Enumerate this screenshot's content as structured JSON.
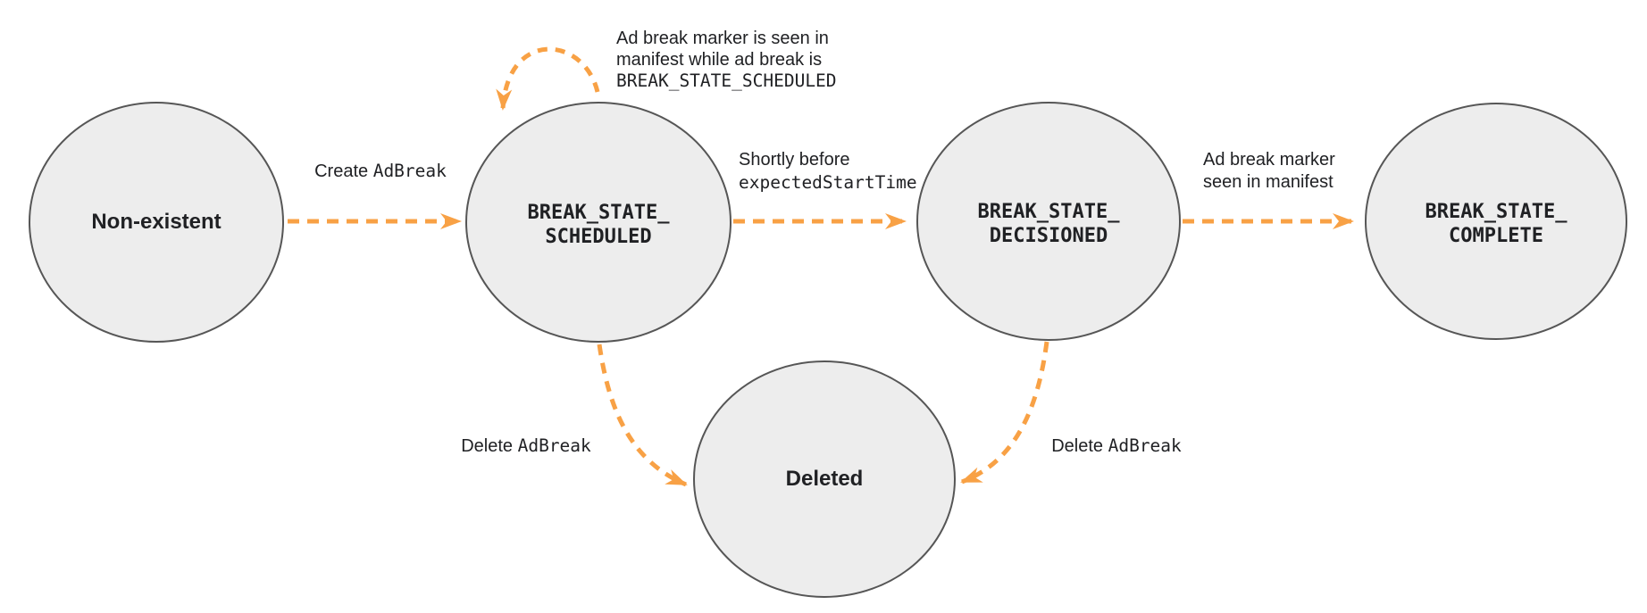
{
  "diagram": {
    "type": "state-diagram",
    "colors": {
      "arrow": "#F8A145",
      "node_fill": "#EDEDED",
      "node_border": "#565656",
      "text": "#202124"
    },
    "nodes": [
      {
        "id": "non-existent",
        "label": "Non-existent"
      },
      {
        "id": "break-state-scheduled",
        "label": "BREAK_STATE_\nSCHEDULED"
      },
      {
        "id": "break-state-decisioned",
        "label": "BREAK_STATE_\nDECISIONED"
      },
      {
        "id": "break-state-complete",
        "label": "BREAK_STATE_\nCOMPLETE"
      },
      {
        "id": "deleted",
        "label": "Deleted"
      }
    ],
    "edges": [
      {
        "name": "create-ad-break",
        "from": "Non-existent",
        "to": "BREAK_STATE_SCHEDULED",
        "label_text": "Create ",
        "label_code": "AdBreak"
      },
      {
        "name": "ad-break-marker-seen-while-scheduled",
        "from": "BREAK_STATE_SCHEDULED",
        "to": "BREAK_STATE_SCHEDULED",
        "label_line1": "Ad break marker is seen in",
        "label_line2": "manifest while ad break is",
        "label_line3_code": "BREAK_STATE_SCHEDULED"
      },
      {
        "name": "shortly-before-expected-start-time",
        "from": "BREAK_STATE_SCHEDULED",
        "to": "BREAK_STATE_DECISIONED",
        "label_line1": "Shortly before",
        "label_line2_code": "expectedStartTime"
      },
      {
        "name": "ad-break-marker-seen-in-manifest",
        "from": "BREAK_STATE_DECISIONED",
        "to": "BREAK_STATE_COMPLETE",
        "label_line1": "Ad break marker",
        "label_line2": "seen in manifest"
      },
      {
        "name": "delete-ad-break-from-scheduled",
        "from": "BREAK_STATE_SCHEDULED",
        "to": "Deleted",
        "label_text": "Delete ",
        "label_code": "AdBreak"
      },
      {
        "name": "delete-ad-break-from-decisioned",
        "from": "BREAK_STATE_DECISIONED",
        "to": "Deleted",
        "label_text": "Delete ",
        "label_code": "AdBreak"
      }
    ]
  }
}
